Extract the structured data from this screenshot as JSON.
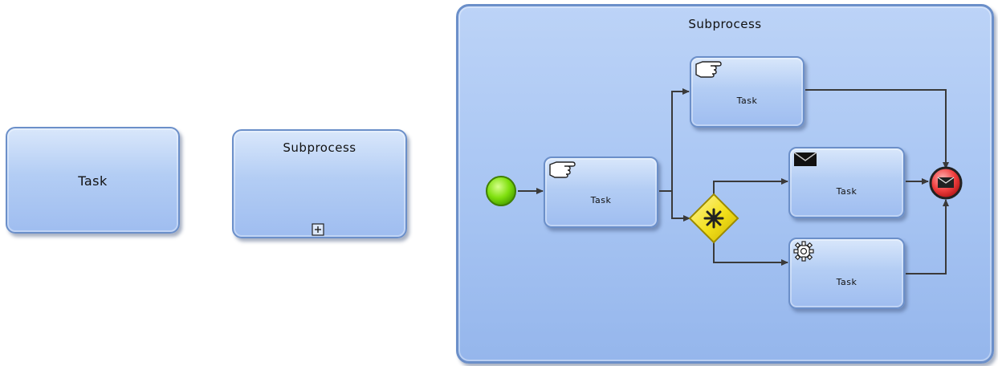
{
  "standalone_task": {
    "label": "Task"
  },
  "collapsed_subprocess": {
    "label": "Subprocess",
    "marker": "plus-marker"
  },
  "expanded_subprocess": {
    "title": "Subprocess",
    "tasks": [
      {
        "label": "Task",
        "icon": "hand-icon"
      },
      {
        "label": "Task",
        "icon": "hand-icon"
      },
      {
        "label": "Task",
        "icon": "envelope-icon"
      },
      {
        "label": "Task",
        "icon": "gear-icon"
      }
    ],
    "start_event": {
      "color": "#66e000"
    },
    "gateway": {
      "type": "complex",
      "color": "#f3e11c"
    },
    "end_event": {
      "type": "message",
      "color": "#e8343a"
    }
  },
  "colors": {
    "task_fill": "#b3cdf4",
    "task_border": "#6b8fc9",
    "flow": "#3a3a3a"
  }
}
